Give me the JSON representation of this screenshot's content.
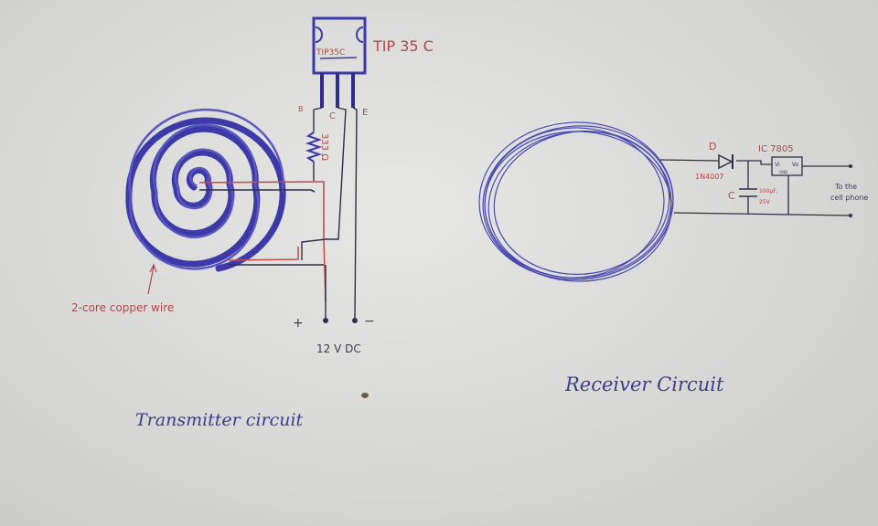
{
  "transmitter": {
    "title": "Transmitter circuit",
    "transistor": {
      "body_label": "TIP35C",
      "side_label": "TIP 35 C",
      "pins": {
        "base": "B",
        "collector": "C",
        "emitter": "E"
      }
    },
    "resistor_label": "333 Ω",
    "coil_label": "2-core copper wire",
    "supply": {
      "plus": "+",
      "minus": "−",
      "label": "12 V DC"
    }
  },
  "receiver": {
    "title": "Receiver Circuit",
    "diode": {
      "letter": "D",
      "part": "1N4007"
    },
    "capacitor": {
      "letter": "C",
      "value": "100µF,",
      "voltage": "25V"
    },
    "regulator": {
      "label": "IC 7805",
      "vin": "Vi",
      "vout": "Vo",
      "gnd": "GND"
    },
    "output_label_line1": "To the",
    "output_label_line2": "cell phone"
  },
  "colors": {
    "paper": "#dcdcda",
    "ink_blue": "#3c3aa8",
    "ink_red": "#b0474a",
    "ink_dark": "#2e2e48",
    "wire_red": "#c0504d"
  }
}
